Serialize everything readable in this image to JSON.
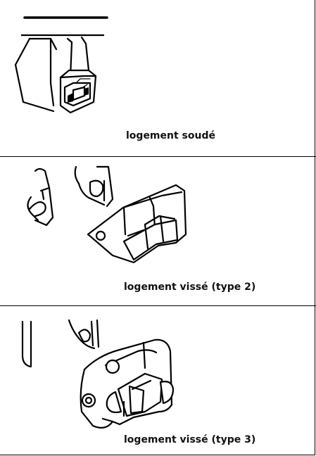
{
  "panels": [
    {
      "caption": "logement soudé"
    },
    {
      "caption": "logement vissé (type 2)"
    },
    {
      "caption": "logement vissé (type 3)"
    }
  ]
}
